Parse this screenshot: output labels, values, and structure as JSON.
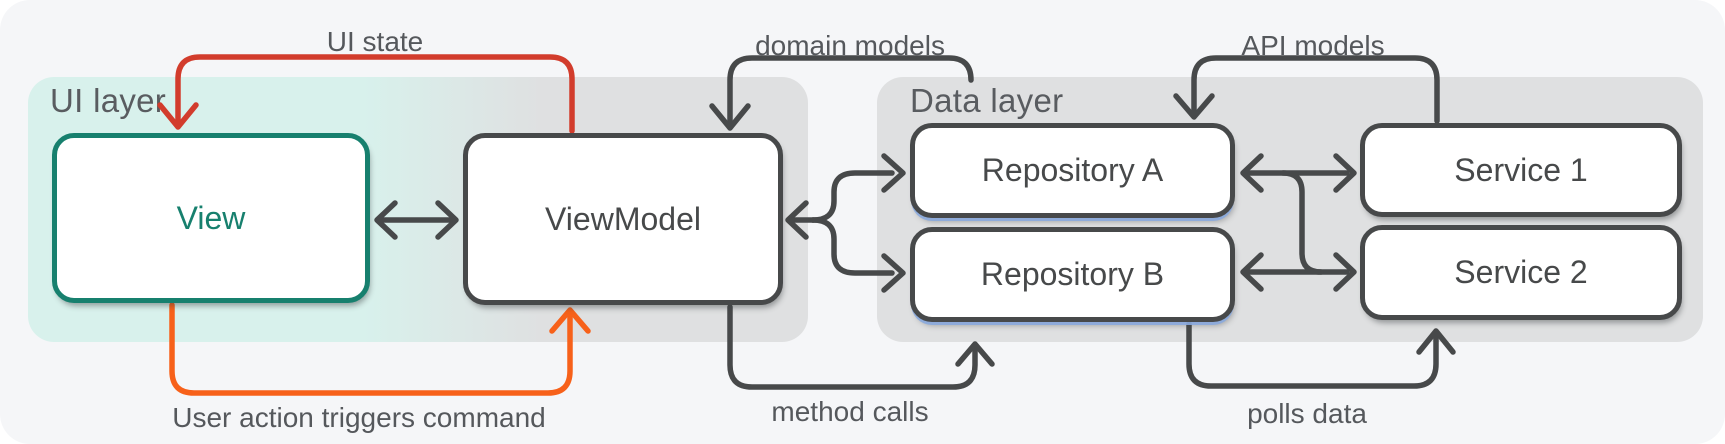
{
  "diagram": {
    "layers": {
      "ui": {
        "label": "UI layer"
      },
      "data": {
        "label": "Data layer"
      }
    },
    "boxes": {
      "view": {
        "label": "View"
      },
      "viewmodel": {
        "label": "ViewModel"
      },
      "repository_a": {
        "label": "Repository A"
      },
      "repository_b": {
        "label": "Repository B"
      },
      "service_1": {
        "label": "Service 1"
      },
      "service_2": {
        "label": "Service 2"
      }
    },
    "arrow_labels": {
      "ui_state": "UI state",
      "user_action": "User action triggers command",
      "domain_models": "domain models",
      "method_calls": "method calls",
      "api_models": "API models",
      "polls_data": "polls data"
    }
  },
  "colors": {
    "red": "#d23c2c",
    "orange": "#f7611a",
    "teal": "#17806e",
    "line": "#47494a",
    "mint_bg": "#d8f1ec",
    "gray_bg": "#dfe0e1",
    "panel_bg": "#f5f6f8",
    "label_text": "#55585c"
  }
}
